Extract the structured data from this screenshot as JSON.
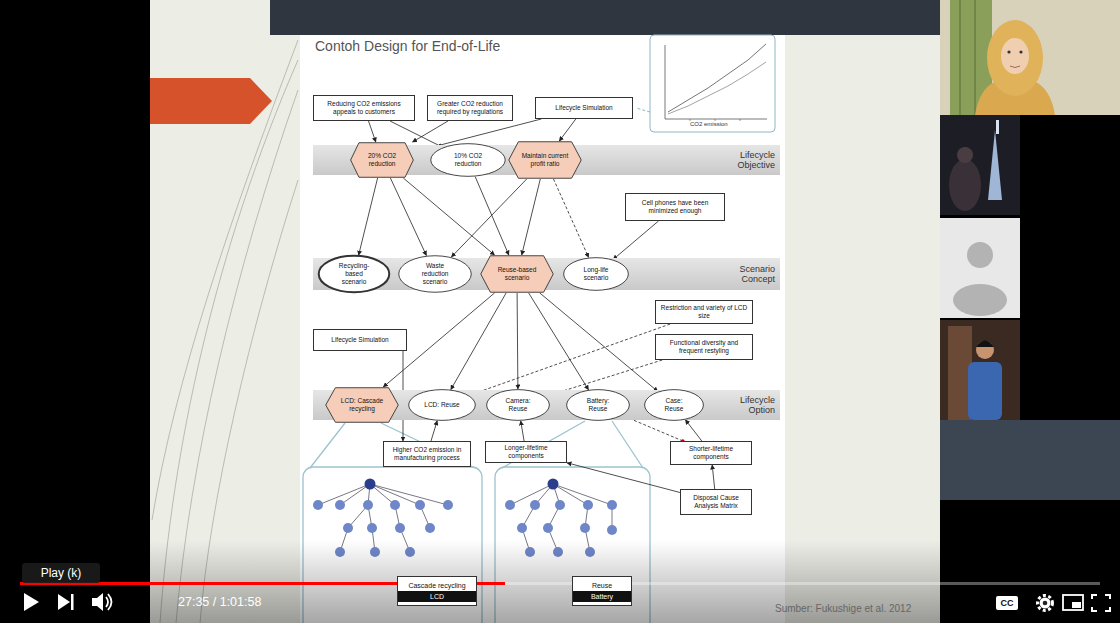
{
  "diagram": {
    "title": "Contoh Design for End-of-Life",
    "nodes": [
      {
        "text": [
          "Reducing CO2 emissions appeals to customers"
        ]
      },
      {
        "text": [
          "Greater CO2 reduction required by regulations"
        ]
      },
      {
        "text": [
          "Lifecycle Simulation"
        ]
      },
      {
        "text": [
          "Lifecycle Objective"
        ]
      },
      {
        "text": [
          "20% CO2 reduction"
        ],
        "in": 3
      },
      {
        "text": [
          "10% CO2 reduction"
        ],
        "in": 3
      },
      {
        "text": [
          "Maintain current profit ratio"
        ],
        "in": 3
      },
      {
        "text": [
          "Cell phones have been minimized enough"
        ]
      },
      {
        "text": [
          "Scenario Concept"
        ]
      },
      {
        "text": [
          "Recycling-based scenario"
        ],
        "in": 8
      },
      {
        "text": [
          "Waste reduction scenario"
        ],
        "in": 8
      },
      {
        "text": [
          "Reuse-based scenario"
        ],
        "in": 8
      },
      {
        "text": [
          "Long-life scenario"
        ],
        "in": 8
      },
      {
        "text": [
          "Restriction and variety of LCD size"
        ]
      },
      {
        "text": [
          "Functional diversity and frequent restyling"
        ]
      },
      {
        "text": [
          "Lifecycle Simulation"
        ]
      },
      {
        "text": [
          "Lifecycle Option"
        ]
      },
      {
        "text": [
          "LCD: Cascade recycling"
        ],
        "in": 16
      },
      {
        "text": [
          "LCD: Reuse"
        ],
        "in": 16
      },
      {
        "text": [
          "Camera: Reuse"
        ],
        "in": 16
      },
      {
        "text": [
          "Battery: Reuse"
        ],
        "in": 16
      },
      {
        "text": [
          "Case: Reuse"
        ],
        "in": 16
      },
      {
        "text": [
          "Higher CO2 emission in manufacturing process"
        ]
      },
      {
        "text": [
          "Longer-lifetime components"
        ]
      },
      {
        "text": [
          "Shorter-lifetime components"
        ]
      },
      {
        "text": [
          "Disposal Cause Analysis Matrix"
        ]
      },
      {
        "text": [
          "Cascade recycling",
          "LCD"
        ]
      },
      {
        "text": [
          "Reuse",
          "Battery"
        ]
      }
    ],
    "edges": [
      {
        "from": 0,
        "to": 4,
        "arrow": "to"
      },
      {
        "from": 0,
        "to": 5,
        "arrow": "to"
      },
      {
        "from": 1,
        "to": 4,
        "arrow": "to"
      },
      {
        "from": 2,
        "to": 4,
        "arrow": "to"
      },
      {
        "from": 2,
        "to": 6,
        "arrow": "to"
      },
      {
        "from": 4,
        "to": 9,
        "arrow": "to"
      },
      {
        "from": 4,
        "to": 10,
        "arrow": "to"
      },
      {
        "from": 4,
        "to": 11,
        "arrow": "to"
      },
      {
        "from": 5,
        "to": 11,
        "arrow": "to"
      },
      {
        "from": 6,
        "to": 10,
        "arrow": "to"
      },
      {
        "from": 6,
        "to": 11,
        "arrow": "to"
      },
      {
        "from": 6,
        "to": 12,
        "arrow": "to"
      },
      {
        "from": 7,
        "to": 12,
        "arrow": "to"
      },
      {
        "from": 11,
        "to": 17,
        "arrow": "to"
      },
      {
        "from": 11,
        "to": 18,
        "arrow": "to"
      },
      {
        "from": 11,
        "to": 19,
        "arrow": "to"
      },
      {
        "from": 11,
        "to": 20,
        "arrow": "to"
      },
      {
        "from": 11,
        "to": 21,
        "arrow": "to"
      },
      {
        "from": 13,
        "to": 18,
        "arrow": "to"
      },
      {
        "from": 14,
        "to": 19,
        "arrow": "to"
      },
      {
        "from": 15,
        "to": 22,
        "arrow": "to"
      },
      {
        "from": 22,
        "to": 18,
        "arrow": "to"
      },
      {
        "from": 23,
        "to": 19,
        "arrow": "to"
      },
      {
        "from": 24,
        "to": 20,
        "arrow": "to"
      },
      {
        "from": 24,
        "to": 21,
        "arrow": "to"
      },
      {
        "from": 25,
        "to": 23,
        "arrow": "to"
      },
      {
        "from": 25,
        "to": 24,
        "arrow": "to"
      }
    ],
    "labels": [
      "CO2 emission",
      "Play (k)",
      "27:35 / 1:01:58",
      "CC",
      "Sumber: Fukushige et al. 2012"
    ]
  }
}
